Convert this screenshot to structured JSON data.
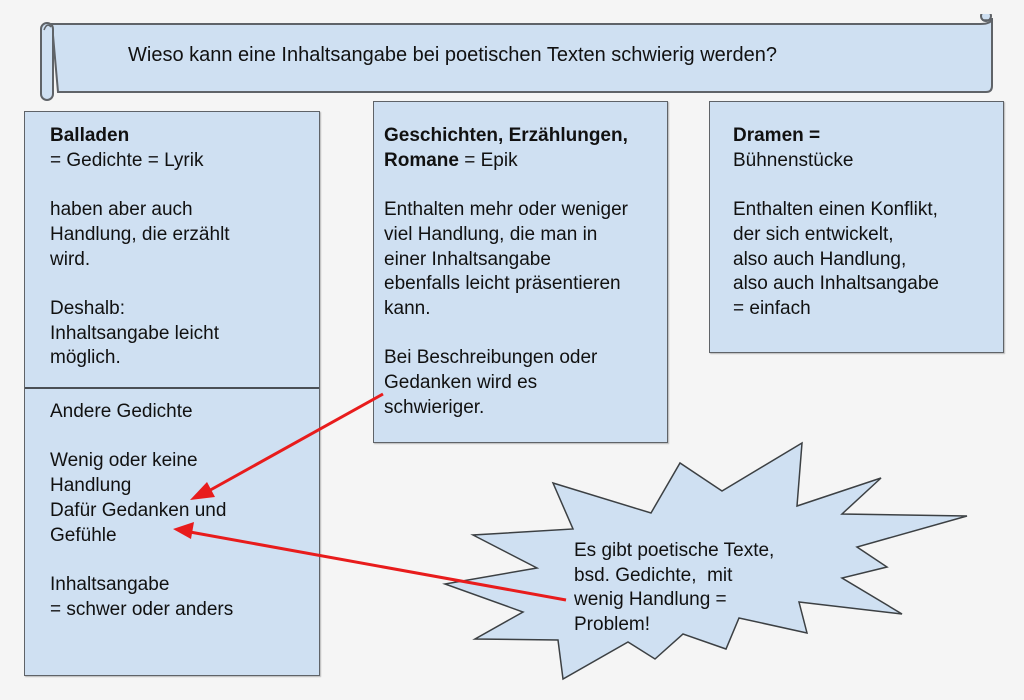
{
  "banner": {
    "title": "Wieso kann eine Inhaltsangabe bei poetischen Texten schwierig werden?"
  },
  "colors": {
    "box_fill": "#cfe0f2",
    "border": "#5f6368",
    "arrow": "#e81c1c",
    "background": "#f5f5f5"
  },
  "balladen_box": {
    "heading_bold": "Balladen",
    "lines": [
      "= Gedichte = Lyrik",
      "",
      "haben aber auch",
      "Handlung, die erzählt",
      "wird.",
      "",
      "Deshalb:",
      "Inhaltsangabe leicht",
      "möglich."
    ]
  },
  "andere_gedichte_box": {
    "lines": [
      "Andere Gedichte",
      "",
      "Wenig oder keine",
      "Handlung",
      "Dafür Gedanken und",
      "Gefühle",
      "",
      "Inhaltsangabe",
      "= schwer oder anders"
    ]
  },
  "epik_box": {
    "heading_bold_1": "Geschichten, Erzählungen,",
    "heading_bold_2": "Romane",
    "heading_rest_2": " = Epik",
    "lines": [
      "",
      "Enthalten mehr oder weniger",
      "viel Handlung, die man in",
      "einer Inhaltsangabe",
      "ebenfalls leicht präsentieren",
      "kann.",
      "",
      "Bei Beschreibungen oder",
      "Gedanken wird es",
      "schwieriger."
    ]
  },
  "dramen_box": {
    "heading_bold": "Dramen =",
    "lines": [
      "Bühnenstücke",
      "",
      "Enthalten einen Konflikt,",
      "der sich entwickelt,",
      "also auch Handlung,",
      "also auch Inhaltsangabe",
      "= einfach"
    ]
  },
  "starburst": {
    "lines": [
      "Es gibt poetische Texte,",
      "bsd. Gedichte,  mit",
      "wenig Handlung =",
      "Problem!"
    ]
  },
  "arrows": [
    {
      "from": "epik_box.Gedanken wird es",
      "to": "andere_gedichte_box.Dafür Gedanken und"
    },
    {
      "from": "starburst.wenig Handlung",
      "to": "andere_gedichte_box.Gefühle"
    }
  ]
}
